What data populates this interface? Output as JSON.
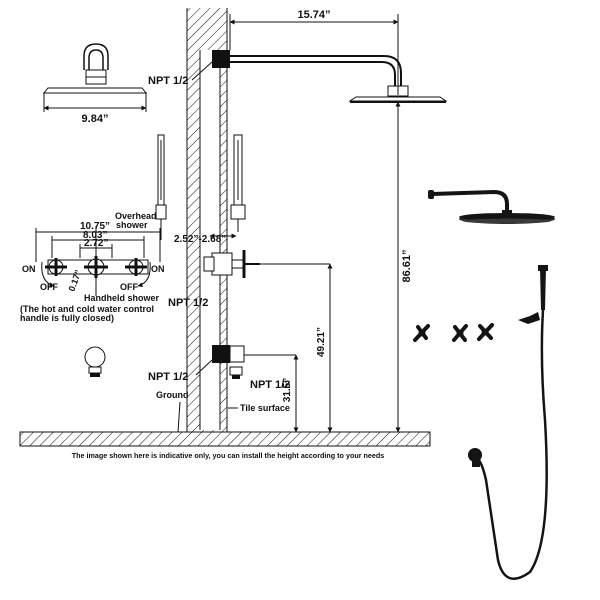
{
  "dimensions": {
    "arm_length": "15.74”",
    "head_diameter": "9.84”",
    "rough_in_depth": "2.52”-2.68”",
    "valve_span": "10.75”",
    "valve_inner_span": "8.03”",
    "valve_center_span": "2.72”",
    "handle_rotation": "0.17”",
    "head_height": "86.61”",
    "valve_height": "49.21”",
    "outlet_height": "31.5”"
  },
  "labels": {
    "npt_top": "NPT 1/2",
    "npt_middle": "NPT 1/2",
    "npt_bottom_left": "NPT 1/2",
    "npt_bottom_right": "NPT 1/2",
    "overhead_line1": "Overhead",
    "overhead_line2": "shower",
    "handheld": "Handheld shower",
    "note_line1": "(The hot and cold water control",
    "note_line2": "handle is fully closed)",
    "on_left": "ON",
    "on_right": "ON",
    "off_left": "OFF",
    "off_right": "OFF",
    "ground": "Ground",
    "tile_surface": "Tile surface"
  },
  "footer": {
    "disclaimer": "The image shown here is indicative only, you can install the height according to your needs"
  },
  "colors": {
    "line": "#111111",
    "product_black": "#141414",
    "background": "#ffffff"
  }
}
